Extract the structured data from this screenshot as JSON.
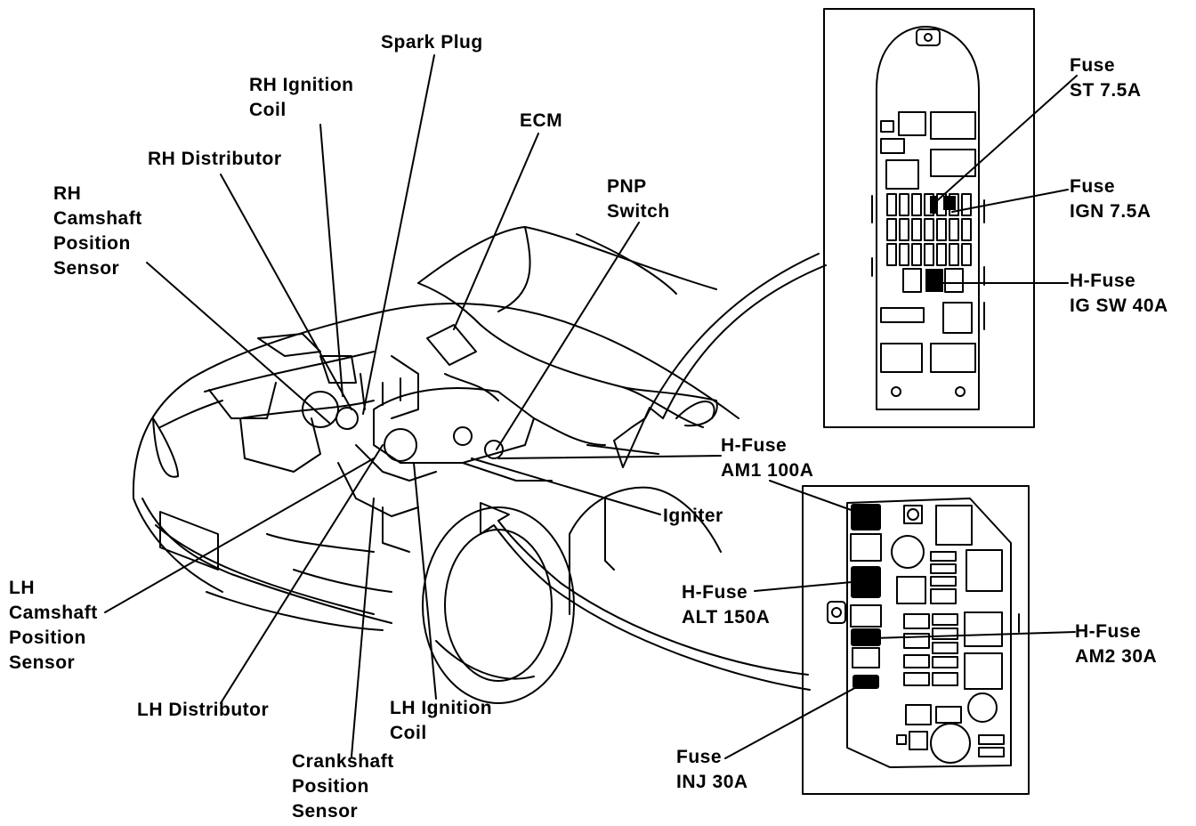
{
  "labels": {
    "spark_plug": [
      "Spark Plug"
    ],
    "rh_ignition_coil": [
      "RH Ignition",
      "Coil"
    ],
    "ecm": [
      "ECM"
    ],
    "rh_distributor": [
      "RH Distributor"
    ],
    "rh_camshaft_sensor": [
      "RH",
      "Camshaft",
      "Position",
      "Sensor"
    ],
    "pnp_switch": [
      "PNP",
      "Switch"
    ],
    "fuse_st": [
      "Fuse",
      "ST 7.5A"
    ],
    "fuse_ign": [
      "Fuse",
      "IGN 7.5A"
    ],
    "hfuse_igsw": [
      "H-Fuse",
      "IG SW 40A"
    ],
    "hfuse_am1": [
      "H-Fuse",
      "AM1 100A"
    ],
    "igniter": [
      "Igniter"
    ],
    "hfuse_alt": [
      "H-Fuse",
      "ALT 150A"
    ],
    "hfuse_am2": [
      "H-Fuse",
      "AM2 30A"
    ],
    "lh_camshaft_sensor": [
      "LH",
      "Camshaft",
      "Position",
      "Sensor"
    ],
    "lh_distributor": [
      "LH Distributor"
    ],
    "lh_ignition_coil": [
      "LH Ignition",
      "Coil"
    ],
    "crankshaft_sensor": [
      "Crankshaft",
      "Position",
      "Sensor"
    ],
    "fuse_inj": [
      "Fuse",
      "INJ 30A"
    ]
  }
}
